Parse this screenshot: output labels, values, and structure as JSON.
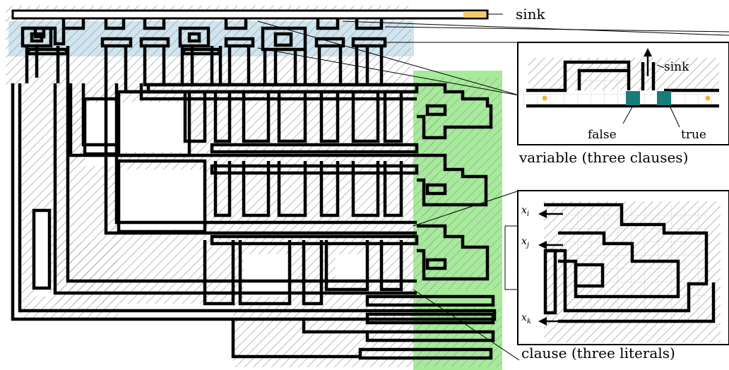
{
  "labels": {
    "sink_main": "sink",
    "sink_inset": "sink",
    "false_label": "false",
    "true_label": "true",
    "variable_caption": "variable (three clauses)",
    "clause_caption": "clause (three literals)",
    "lit_i": "x",
    "lit_i_sub": "i",
    "lit_j": "x",
    "lit_j_sub": "j",
    "lit_k": "x",
    "lit_k_sub": "k"
  },
  "colors": {
    "variable_region": "#cfe5ef",
    "clause_region": "#a6eb9a",
    "sink_marker": "#f5c96b",
    "true_false_block": "#167c7c",
    "dot": "#f2b233",
    "hatch": "#9a9a9a",
    "wire": "#000000",
    "channel_fill": "#eef6f8"
  }
}
